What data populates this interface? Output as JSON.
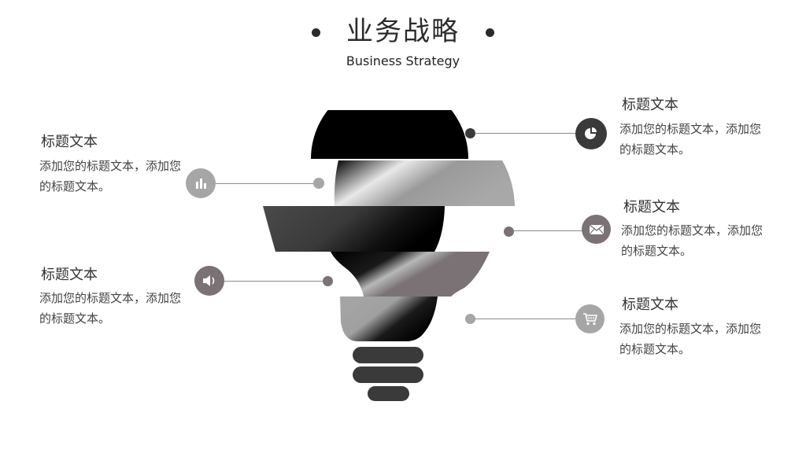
{
  "header": {
    "title": "业务战略",
    "subtitle": "Business Strategy"
  },
  "left_items": [
    {
      "title": "标题文本",
      "desc": "添加您的标题文本，添加您的标题文本。",
      "icon": "bar-chart-icon"
    },
    {
      "title": "标题文本",
      "desc": "添加您的标题文本，添加您的标题文本。",
      "icon": "speaker-icon"
    }
  ],
  "right_items": [
    {
      "title": "标题文本",
      "desc": "添加您的标题文本，添加您的标题文本。",
      "icon": "pie-chart-icon"
    },
    {
      "title": "标题文本",
      "desc": "添加您的标题文本，添加您的标题文本。",
      "icon": "envelope-icon"
    },
    {
      "title": "标题文本",
      "desc": "添加您的标题文本，添加您的标题文本。",
      "icon": "cart-icon"
    }
  ],
  "colors": {
    "dark": "#3a3a3a",
    "mid": "#7a7274",
    "light": "#a6a6a6"
  }
}
